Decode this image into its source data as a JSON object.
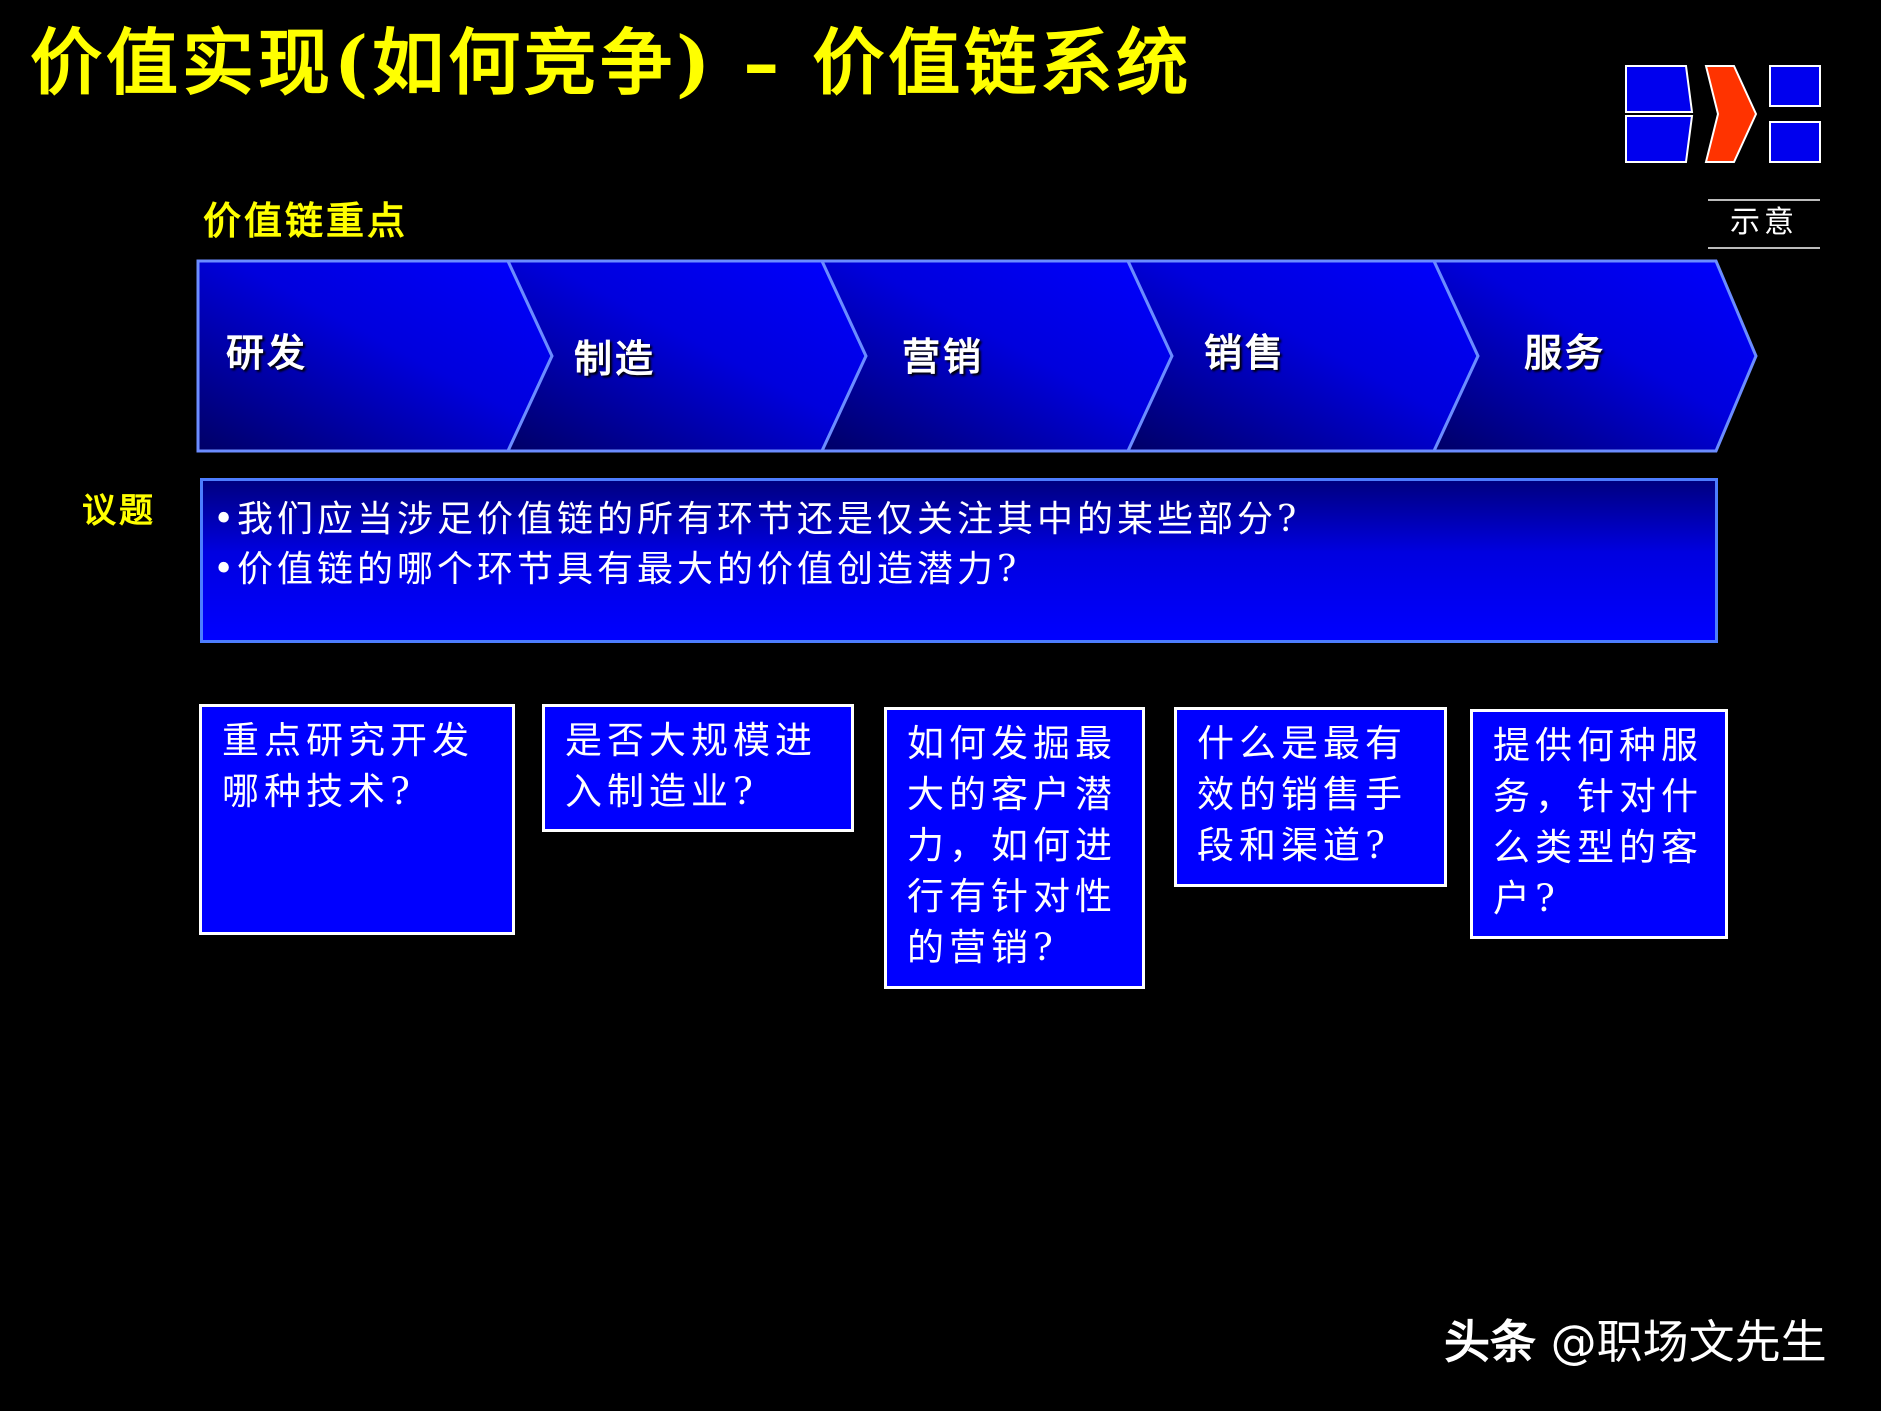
{
  "title": "价值实现(如何竞争) – 价值链系统",
  "symbol_label": "示意",
  "subtitle": "价值链重点",
  "value_chain": [
    "研发",
    "制造",
    "营销",
    "销售",
    "服务"
  ],
  "issues_label": "议题",
  "issues": [
    "我们应当涉足价值链的所有环节还是仅关注其中的某些部分?",
    "价值链的哪个环节具有最大的价值创造潜力?"
  ],
  "questions": [
    "重点研究开发哪种技术?",
    "是否大规模进入制造业?",
    "如何发掘最大的客户潜力，如何进行有针对性的营销?",
    "什么是最有效的销售手段和渠道?",
    "提供何种服务，针对什么类型的客户?"
  ],
  "watermark": {
    "brand": "头条",
    "handle": "@职场文先生"
  },
  "colors": {
    "background": "#000000",
    "title": "#ffff00",
    "chain_blue": "#0000ff",
    "chain_dark": "#000060",
    "logo_red": "#ff3300"
  },
  "icons": {
    "logo": "value-chain-logo-icon"
  }
}
